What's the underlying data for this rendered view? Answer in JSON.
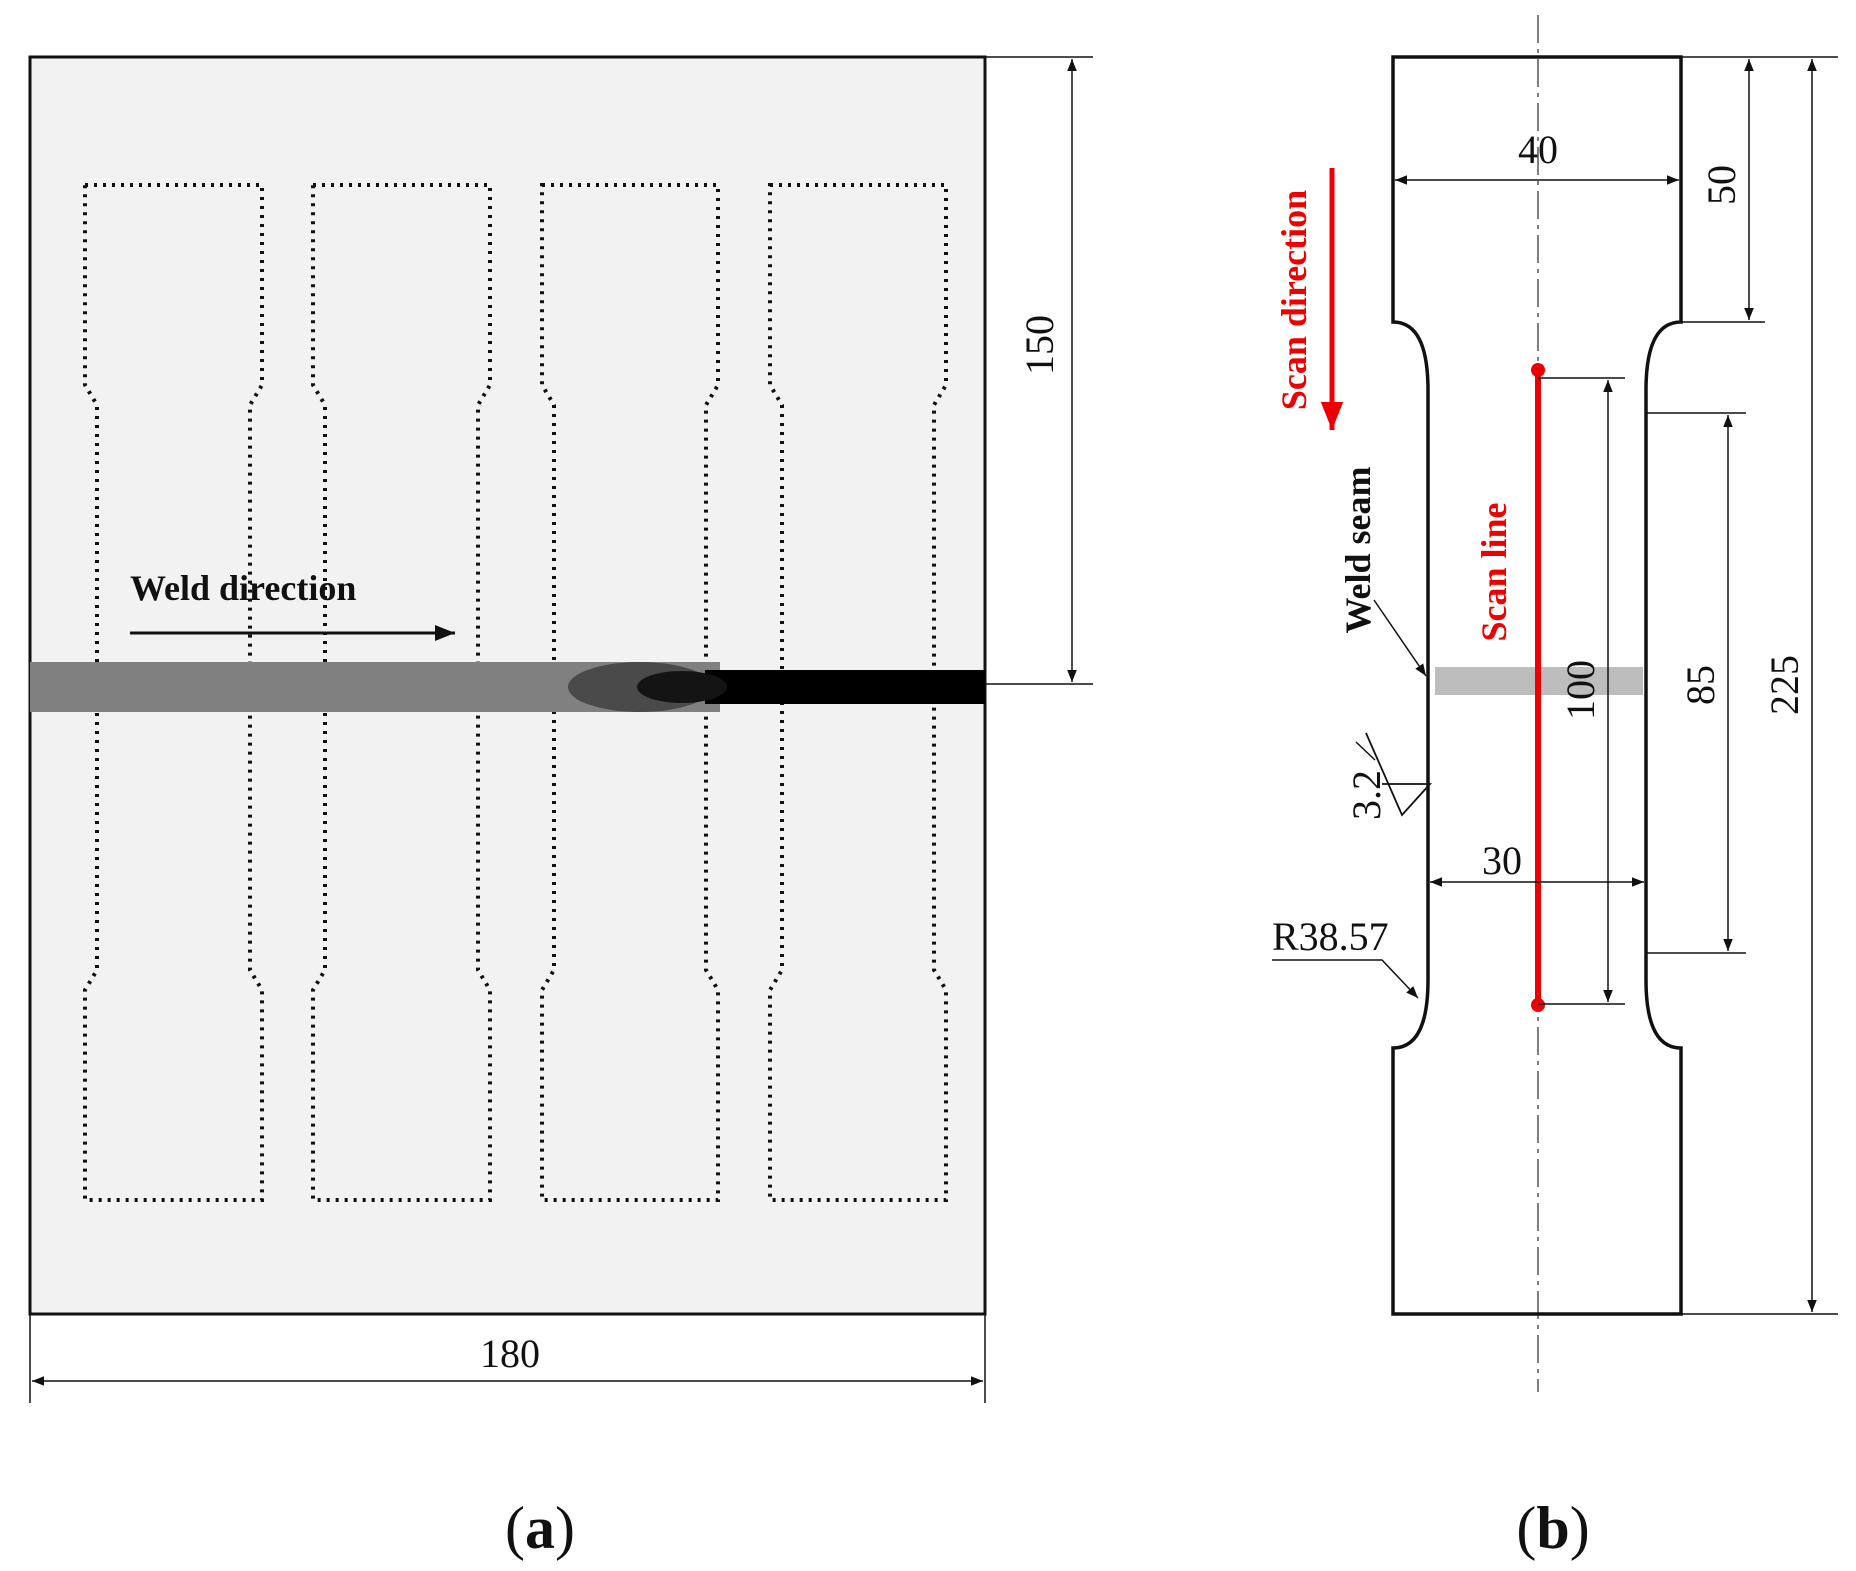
{
  "panel_a": {
    "weld_direction_label": "Weld direction",
    "dim_height": "150",
    "dim_width": "180",
    "caption_open": "(",
    "caption_letter": "a",
    "caption_close": ")"
  },
  "panel_b": {
    "scan_direction_label": "Scan direction",
    "weld_seam_label": "Weld seam",
    "scan_line_label": "Scan line",
    "dim_grip_width": "40",
    "dim_grip_length": "50",
    "dim_gauge_width": "30",
    "dim_scan_length": "100",
    "dim_parallel_length": "85",
    "dim_total_length": "225",
    "roughness": "3.2",
    "radius": "R38.57",
    "caption_open": "(",
    "caption_letter": "b",
    "caption_close": ")"
  },
  "colors": {
    "accent_red": "#ee0000",
    "plate_fill": "#f2f2f2",
    "weld_gray": "#808080",
    "weld_black": "#000000"
  }
}
